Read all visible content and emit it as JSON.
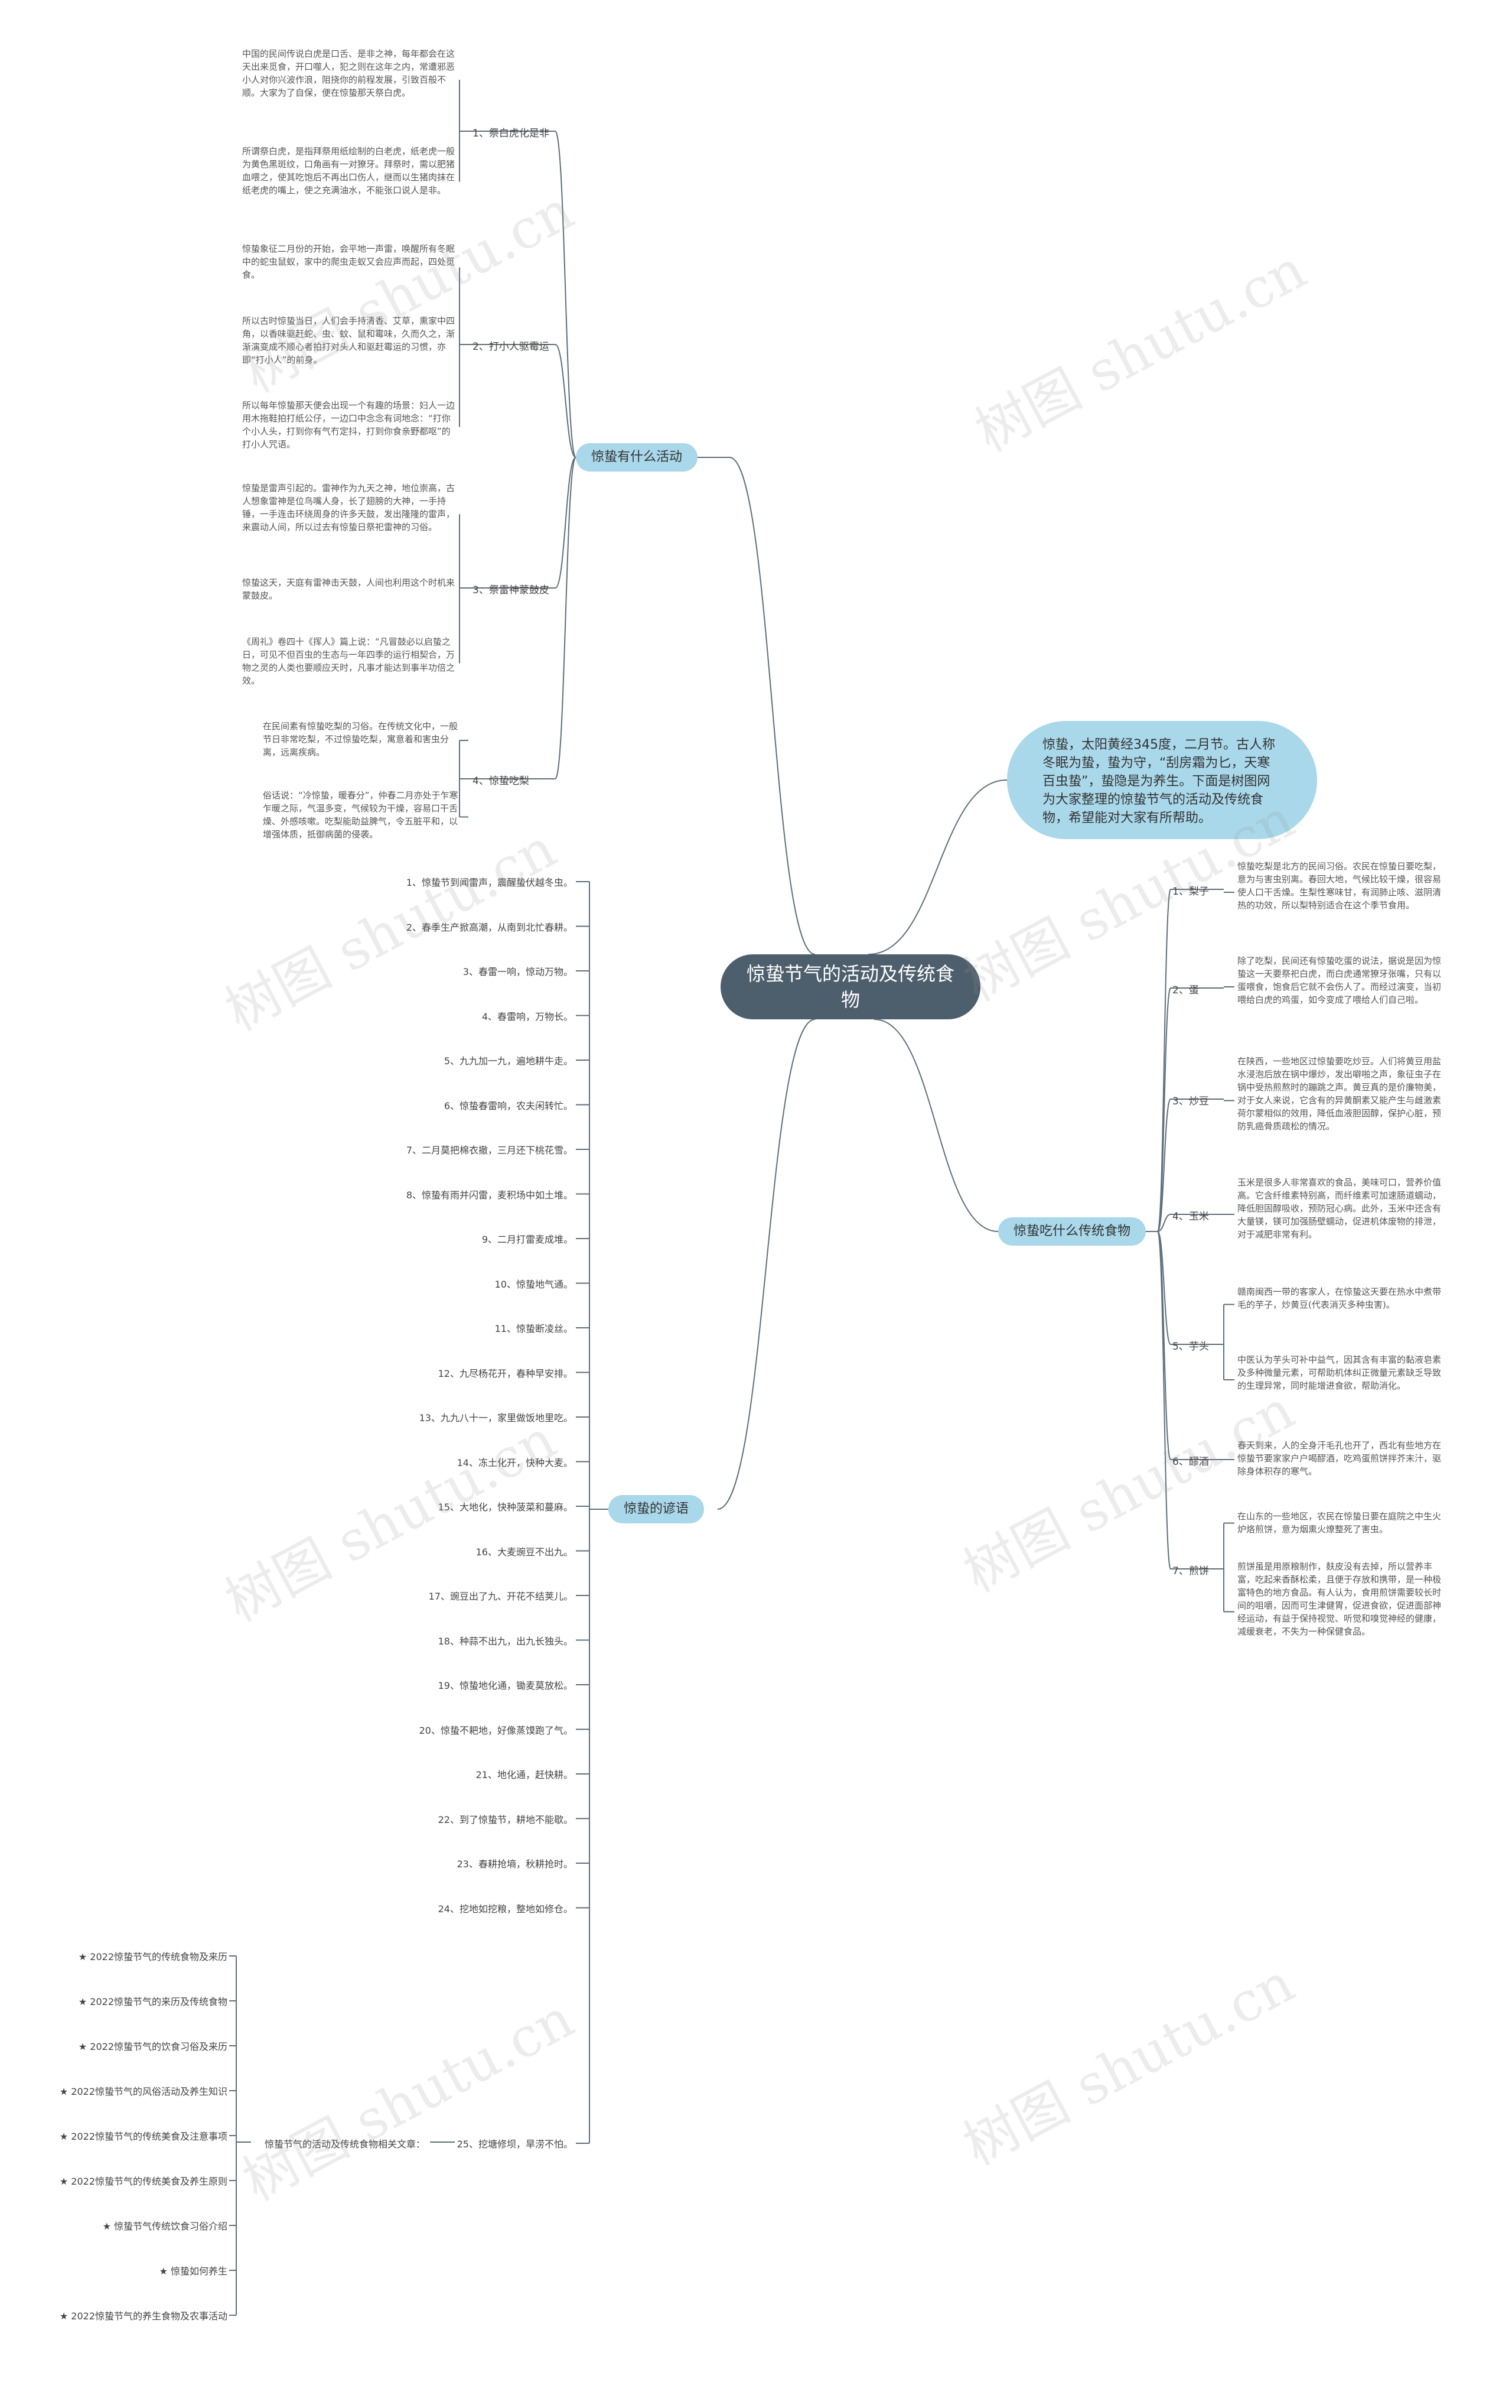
{
  "center": "惊蛰节气的活动及传统食物",
  "intro": "惊蛰，太阳黄经345度，二月节。古人称冬眠为蛰，蛰为守，“刮房霜为匕，天寒百虫蛰”，蛰隐是为养生。下面是树图网为大家整理的惊蛰节气的活动及传统食物，希望能对大家有所帮助。",
  "activities": {
    "title": "惊蛰有什么活动",
    "items": [
      {
        "label": "1、祭白虎化是非",
        "paras": [
          "中国的民间传说白虎是口舌、是非之神，每年都会在这天出来觅食，开口噬人，犯之则在这年之内，常遭邪恶小人对你兴波作浪，阻挠你的前程发展，引致百般不顺。大家为了自保，便在惊蛰那天祭白虎。",
          "所谓祭白虎，是指拜祭用纸绘制的白老虎，纸老虎一般为黄色黑斑纹，口角画有一对獠牙。拜祭时，需以肥猪血喂之，使其吃饱后不再出口伤人，继而以生猪肉抹在纸老虎的嘴上，使之充满油水，不能张口说人是非。"
        ]
      },
      {
        "label": "2、打小人驱霉运",
        "paras": [
          "惊蛰象征二月份的开始，会平地一声雷，唤醒所有冬眠中的蛇虫鼠蚁，家中的爬虫走蚁又会应声而起，四处觅食。",
          "所以古时惊蛰当日，人们会手持清香、艾草，熏家中四角，以香味驱赶蛇、虫、蚊、鼠和霉味，久而久之，渐渐演变成不顺心者拍打对头人和驱赶霉运的习惯，亦即“打小人”的前身。",
          "所以每年惊蛰那天便会出现一个有趣的场景：妇人一边用木拖鞋拍打纸公仔，一边口中念念有词地念：“打你个小人头，打到你有气冇定抖，打到你食亲野都呕”的打小人咒语。"
        ]
      },
      {
        "label": "3、祭雷神蒙鼓皮",
        "paras": [
          "惊蛰是雷声引起的。雷神作为九天之神，地位崇高，古人想象雷神是位鸟嘴人身，长了翅膀的大神，一手持锤，一手连击环绕周身的许多天鼓，发出隆隆的雷声，来震动人间，所以过去有惊蛰日祭祀雷神的习俗。",
          "惊蛰这天，天庭有雷神击天鼓，人间也利用这个时机来蒙鼓皮。",
          "《周礼》卷四十《挥人》篇上说：“凡冒鼓必以启蛰之日，可见不但百虫的生态与一年四季的运行相契合，万物之灵的人类也要顺应天时，凡事才能达到事半功倍之效。"
        ]
      },
      {
        "label": "4、惊蛰吃梨",
        "paras": [
          "在民间素有惊蛰吃梨的习俗。在传统文化中，一般节日非常吃梨，不过惊蛰吃梨，寓意着和害虫分离，远离疾病。",
          "俗话说：“冷惊蛰，暖春分”，仲春二月亦处于乍寒乍暖之际，气温多变，气候较为干燥，容易口干舌燥、外感咳嗽。吃梨能助益脾气，令五脏平和，以增强体质，抵御病菌的侵袭。"
        ]
      }
    ]
  },
  "proverbs": {
    "title": "惊蛰的谚语",
    "items": [
      "1、惊蛰节到闻雷声，震醒蛰伏越冬虫。",
      "2、春季生产掀高潮，从南到北忙春耕。",
      "3、春雷一响，惊动万物。",
      "4、春雷响，万物长。",
      "5、九九加一九，遍地耕牛走。",
      "6、惊蛰春雷响，农夫闲转忙。",
      "7、二月莫把棉衣撤，三月还下桃花雪。",
      "8、惊蛰有雨并闪雷，麦积场中如土堆。",
      "9、二月打雷麦成堆。",
      "10、惊蛰地气通。",
      "11、惊蛰断凌丝。",
      "12、九尽杨花开，春种早安排。",
      "13、九九八十一，家里做饭地里吃。",
      "14、冻土化开，快种大麦。",
      "15、大地化，快种菠菜和蔓麻。",
      "16、大麦豌豆不出九。",
      "17、豌豆出了九、开花不结荚儿。",
      "18、种蒜不出九，出九长独头。",
      "19、惊蛰地化通，锄麦莫放松。",
      "20、惊蛰不耙地，好像蒸馍跑了气。",
      "21、地化通，赶快耕。",
      "22、到了惊蛰节，耕地不能歇。",
      "23、春耕抢墒，秋耕抢时。",
      "24、挖地如挖粮，整地如修仓。",
      "25、挖塘修坝，旱涝不怕。"
    ],
    "related_title": "惊蛰节气的活动及传统食物相关文章：",
    "related": [
      "★ 2022惊蛰节气的传统食物及来历",
      "★ 2022惊蛰节气的来历及传统食物",
      "★ 2022惊蛰节气的饮食习俗及来历",
      "★ 2022惊蛰节气的风俗活动及养生知识",
      "★ 2022惊蛰节气的传统美食及注意事项",
      "★ 2022惊蛰节气的传统美食及养生原则",
      "★ 惊蛰节气传统饮食习俗介绍",
      "★ 惊蛰如何养生",
      "★ 2022惊蛰节气的养生食物及农事活动"
    ]
  },
  "foods": {
    "title": "惊蛰吃什么传统食物",
    "items": [
      {
        "label": "1、梨子",
        "paras": [
          "惊蛰吃梨是北方的民间习俗。农民在惊蛰日要吃梨，意为与害虫别离。春回大地，气候比较干燥，很容易使人口干舌燥。生梨性寒味甘，有润肺止咳、滋阴清热的功效，所以梨特别适合在这个季节食用。"
        ]
      },
      {
        "label": "2、蛋",
        "paras": [
          "除了吃梨，民间还有惊蛰吃蛋的说法，据说是因为惊蛰这一天要祭祀白虎，而白虎通常獠牙张嘴，只有以蛋喂食，饱食后它就不会伤人了。而经过演变，当初喂给白虎的鸡蛋，如今变成了喂给人们自己啦。"
        ]
      },
      {
        "label": "3、炒豆",
        "paras": [
          "在陕西，一些地区过惊蛰要吃炒豆。人们将黄豆用盐水浸泡后放在锅中爆炒，发出噼啪之声，象征虫子在锅中受热煎熬时的蹦跳之声。黄豆真的是价廉物美，对于女人来说，它含有的异黄酮素又能产生与雌激素荷尔蒙相似的效用，降低血液胆固醇，保护心脏，预防乳癌骨质疏松的情况。"
        ]
      },
      {
        "label": "4、玉米",
        "paras": [
          "玉米是很多人非常喜欢的食品，美味可口，营养价值高。它含纤维素特别高，而纤维素可加速肠道蠕动，降低胆固醇吸收，预防冠心病。此外，玉米中还含有大量镁，镁可加强肠壁蠕动，促进机体废物的排泄，对于减肥非常有利。"
        ]
      },
      {
        "label": "5、芋头",
        "paras": [
          "赣南闽西一带的客家人，在惊蛰这天要在热水中煮带毛的芋子，炒黄豆(代表消灭多种虫害)。",
          "中医认为芋头可补中益气，因其含有丰富的黏液皂素及多种微量元素，可帮助机体纠正微量元素缺乏导致的生理异常，同时能增进食欲，帮助消化。"
        ]
      },
      {
        "label": "6、醪酒",
        "paras": [
          "春天到来，人的全身汗毛孔也开了，西北有些地方在惊蛰节要家家户户喝醪酒，吃鸡蛋煎饼拌芥末汁，驱除身体积存的寒气。"
        ]
      },
      {
        "label": "7、煎饼",
        "paras": [
          "在山东的一些地区，农民在惊蛰日要在庭院之中生火炉烙煎饼，意为烟熏火燎整死了害虫。",
          "煎饼虽是用原粮制作，麸皮没有去掉，所以营养丰富，吃起来香酥松柔，且便于存放和携带，是一种极富特色的地方食品。有人认为，食用煎饼需要较长时间的咀嚼，因而可生津健胃，促进食欲，促进面部神经运动，有益于保持视觉、听觉和嗅觉神经的健康，减缓衰老，不失为一种保健食品。"
        ]
      }
    ]
  },
  "watermark": "树图 shutu.cn",
  "colors": {
    "center": "#4d5f6c",
    "branch": "#a9d8ea",
    "line": "#5e6f7b"
  }
}
